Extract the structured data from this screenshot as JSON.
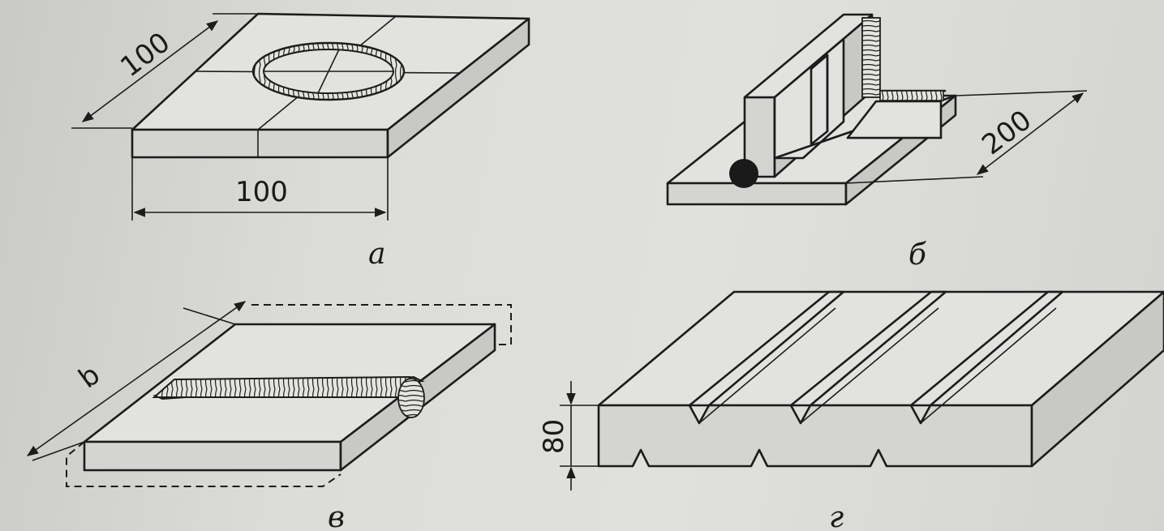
{
  "figure": {
    "panels": [
      {
        "id": "a",
        "label": "а",
        "dimensions": [
          "100",
          "100"
        ]
      },
      {
        "id": "b",
        "label": "б",
        "dimensions": [
          "200"
        ]
      },
      {
        "id": "v",
        "label": "в",
        "dimensions": [
          "b"
        ]
      },
      {
        "id": "g",
        "label": "г",
        "dimensions": [
          "80"
        ]
      }
    ]
  },
  "colors": {
    "line": "#1c1c1c",
    "paper": "#dcdcd9"
  }
}
